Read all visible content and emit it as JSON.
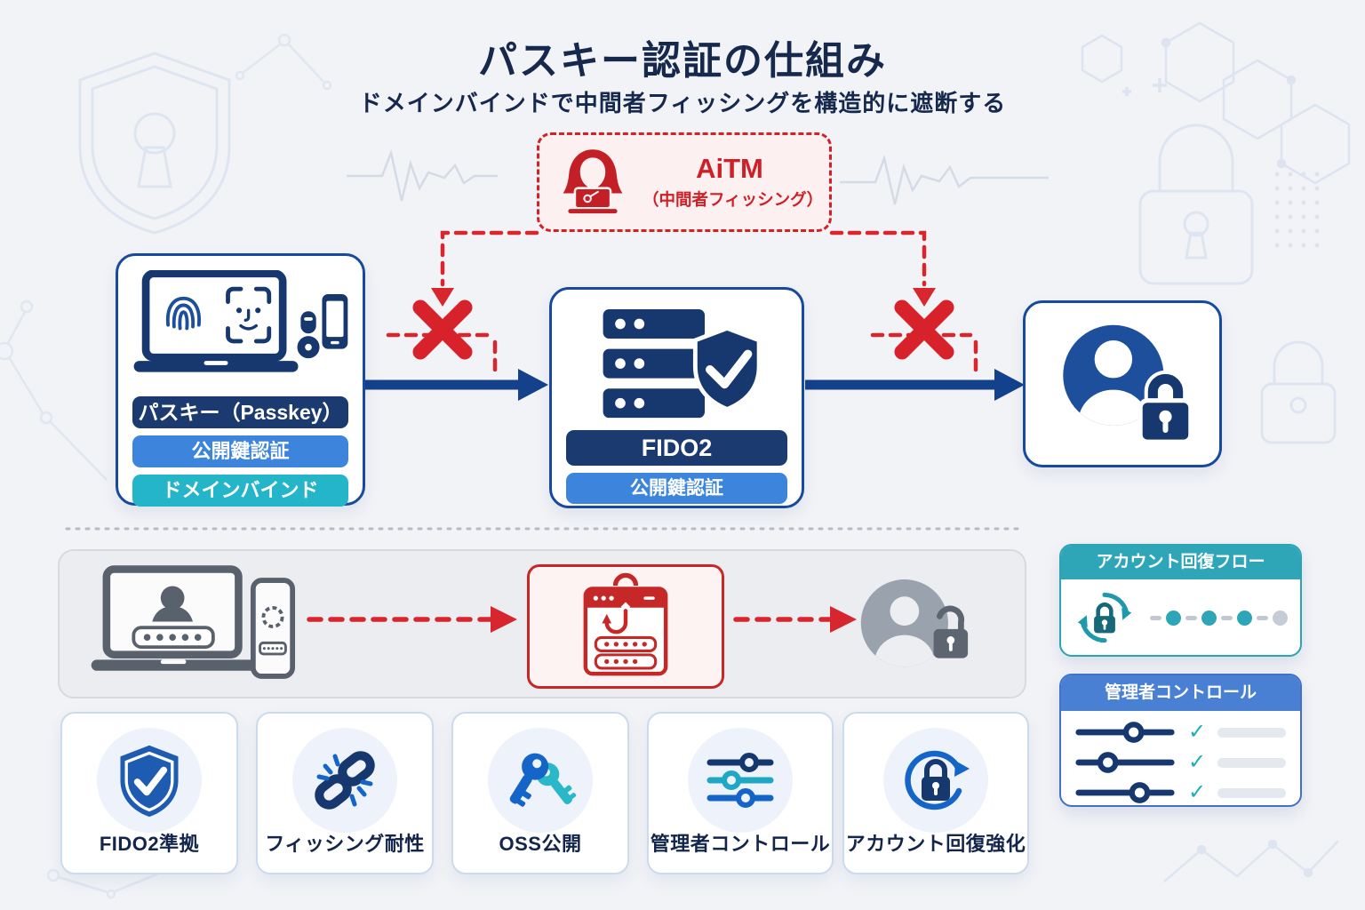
{
  "title": "パスキー認証の仕組み",
  "subtitle": "ドメインバインドで中間者フィッシングを構造的に遮断する",
  "attacker": {
    "name": "AiTM",
    "description": "（中間者フィッシング）",
    "color": "#cf2027"
  },
  "passkey_flow": {
    "client": {
      "labels": [
        {
          "text": "パスキー（Passkey）",
          "color": "#1b3a70"
        },
        {
          "text": "公開鍵認証",
          "color": "#3d85dc"
        },
        {
          "text": "ドメインバインド",
          "color": "#25b5c8"
        }
      ]
    },
    "server": {
      "labels": [
        {
          "text": "FIDO2",
          "color": "#1b3a70"
        },
        {
          "text": "公開鍵認証",
          "color": "#3d85dc"
        }
      ]
    }
  },
  "recovery_card": {
    "title": "アカウント回復フロー",
    "header_color": "#2fa6b8",
    "steps_completed": 3,
    "steps_total": 4
  },
  "admin_card": {
    "title": "管理者コントロール",
    "header_color": "#4a80d4",
    "check_glyph": "✓",
    "rows": 3
  },
  "features": [
    {
      "label": "FIDO2準拠",
      "icon": "shield-check-icon"
    },
    {
      "label": "フィッシング耐性",
      "icon": "broken-link-icon"
    },
    {
      "label": "OSS公開",
      "icon": "dual-keys-icon"
    },
    {
      "label": "管理者コントロール",
      "icon": "sliders-icon"
    },
    {
      "label": "アカウント回復強化",
      "icon": "lock-refresh-icon"
    }
  ],
  "colors": {
    "background": "#f1f3f7",
    "navy": "#1b3a70",
    "flow_box_border": "#174a9e",
    "arrow_blue": "#14418c",
    "alert_red": "#d8222b",
    "teal": "#25b5c8",
    "blue": "#3d85dc",
    "gray_panel": "#ebedf1"
  }
}
